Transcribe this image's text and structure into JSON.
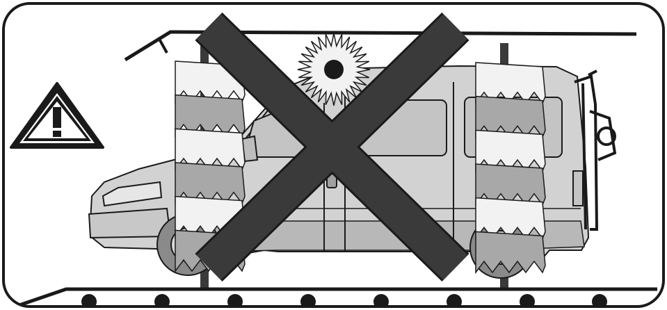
{
  "illustration": {
    "subject": "van-with-bike-rack-in-car-wash",
    "warning_symbol": "exclamation-warning-triangle",
    "prohibition_mark": "x-cross",
    "colors": {
      "outline": "#1a1a1a",
      "van_body": "#d2d2d2",
      "van_shadow": "#b8b8b8",
      "window": "#c4c4c4",
      "brush_light": "#f2f2f2",
      "brush_dark": "#a8a8a8",
      "cross": "#2e2e2e",
      "background": "#ffffff"
    }
  }
}
